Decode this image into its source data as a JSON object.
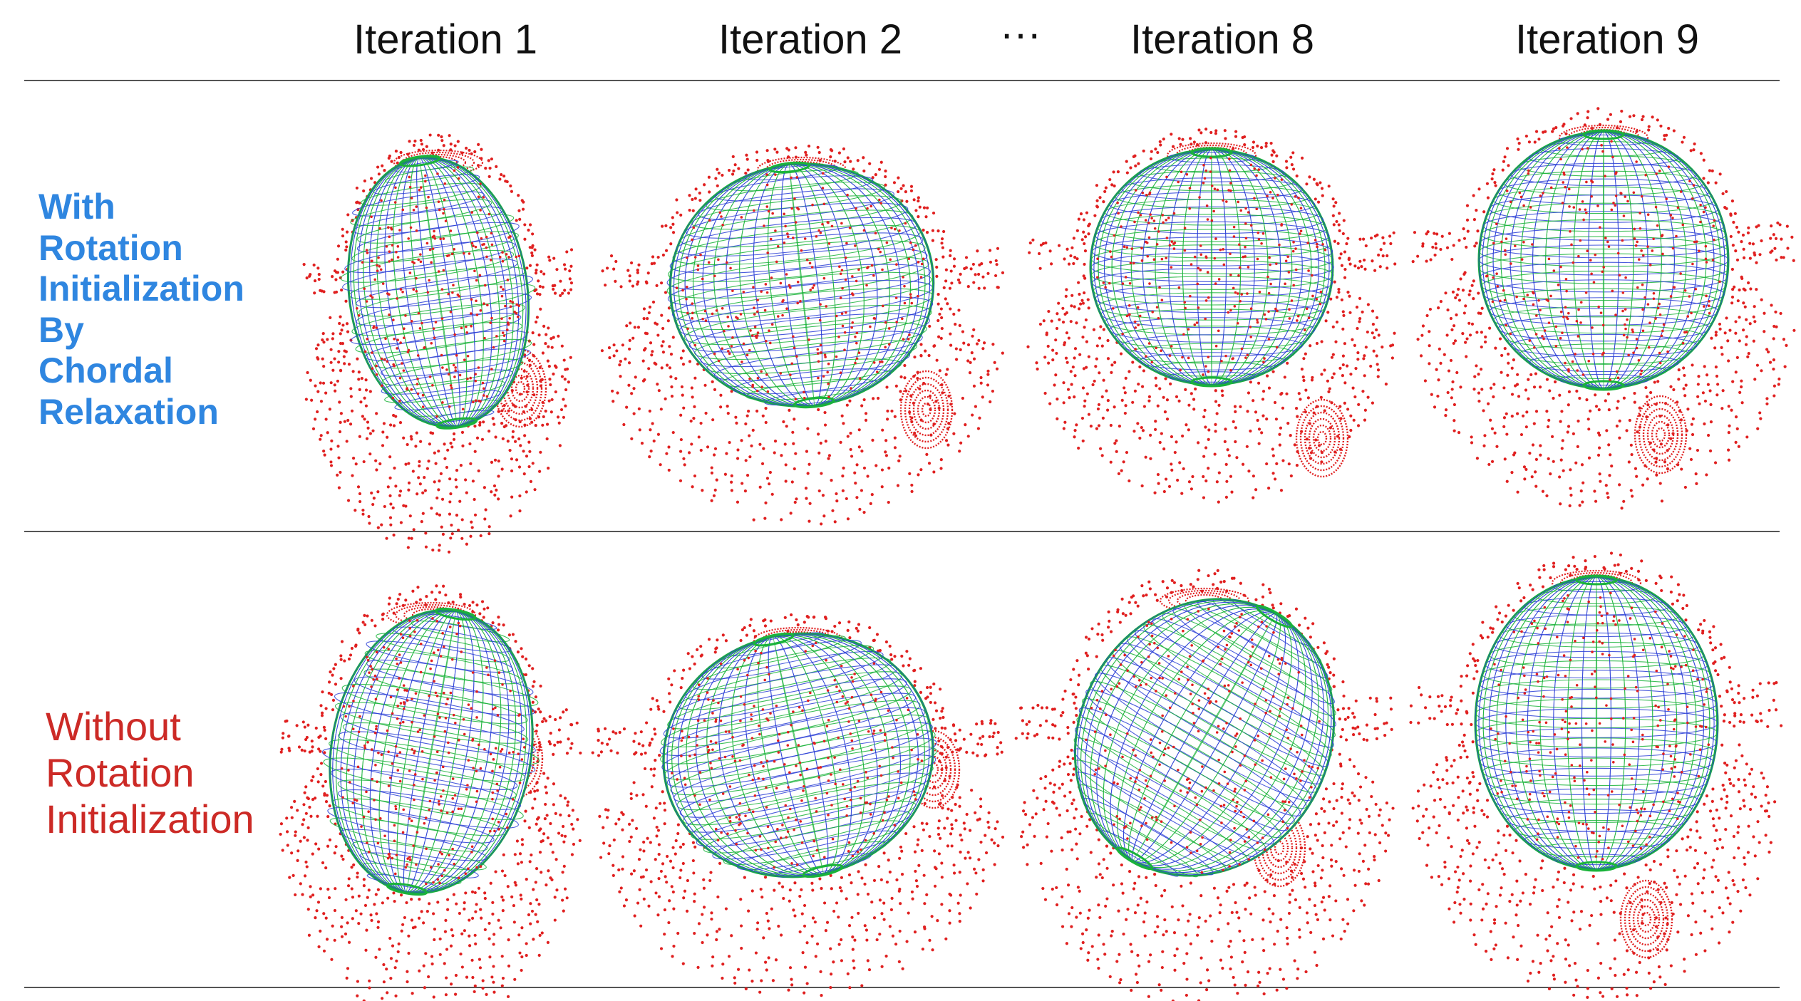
{
  "header": {
    "columns": [
      "Iteration 1",
      "Iteration 2",
      "Iteration 8",
      "Iteration 9"
    ],
    "ellipsis": "···"
  },
  "rows": [
    {
      "label": "With\nRotation\nInitialization\nBy\nChordal\nRelaxation",
      "color": "#2f86e0"
    },
    {
      "label": "Without\nRotation\nInitialization",
      "color": "#cc2a26"
    }
  ],
  "colors": {
    "points": "#e02020",
    "mesh_blue": "#2b3fd6",
    "mesh_green": "#1ab33a"
  },
  "figure": {
    "description_icons": [
      "mesh-sphere",
      "red-point-cloud"
    ]
  }
}
